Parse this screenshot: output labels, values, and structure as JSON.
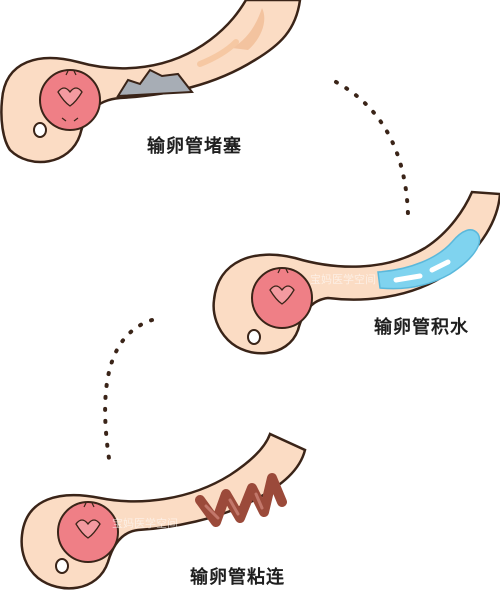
{
  "panels": [
    {
      "label": "输卵管堵塞"
    },
    {
      "label": "输卵管积水",
      "watermark": "宝妈医学空间"
    },
    {
      "label": "输卵管粘连",
      "watermark": "宝妈医学空间"
    }
  ],
  "colors": {
    "tube_fill": "#fbdcc4",
    "tube_highlight": "#f7c9a7",
    "outline": "#3a2418",
    "ovary": "#ef7f86",
    "ovary_inner": "#f39aa0",
    "blockage": "#a7adb5",
    "water": "#7fd3ef",
    "adhesion": "#9b4a3a"
  }
}
